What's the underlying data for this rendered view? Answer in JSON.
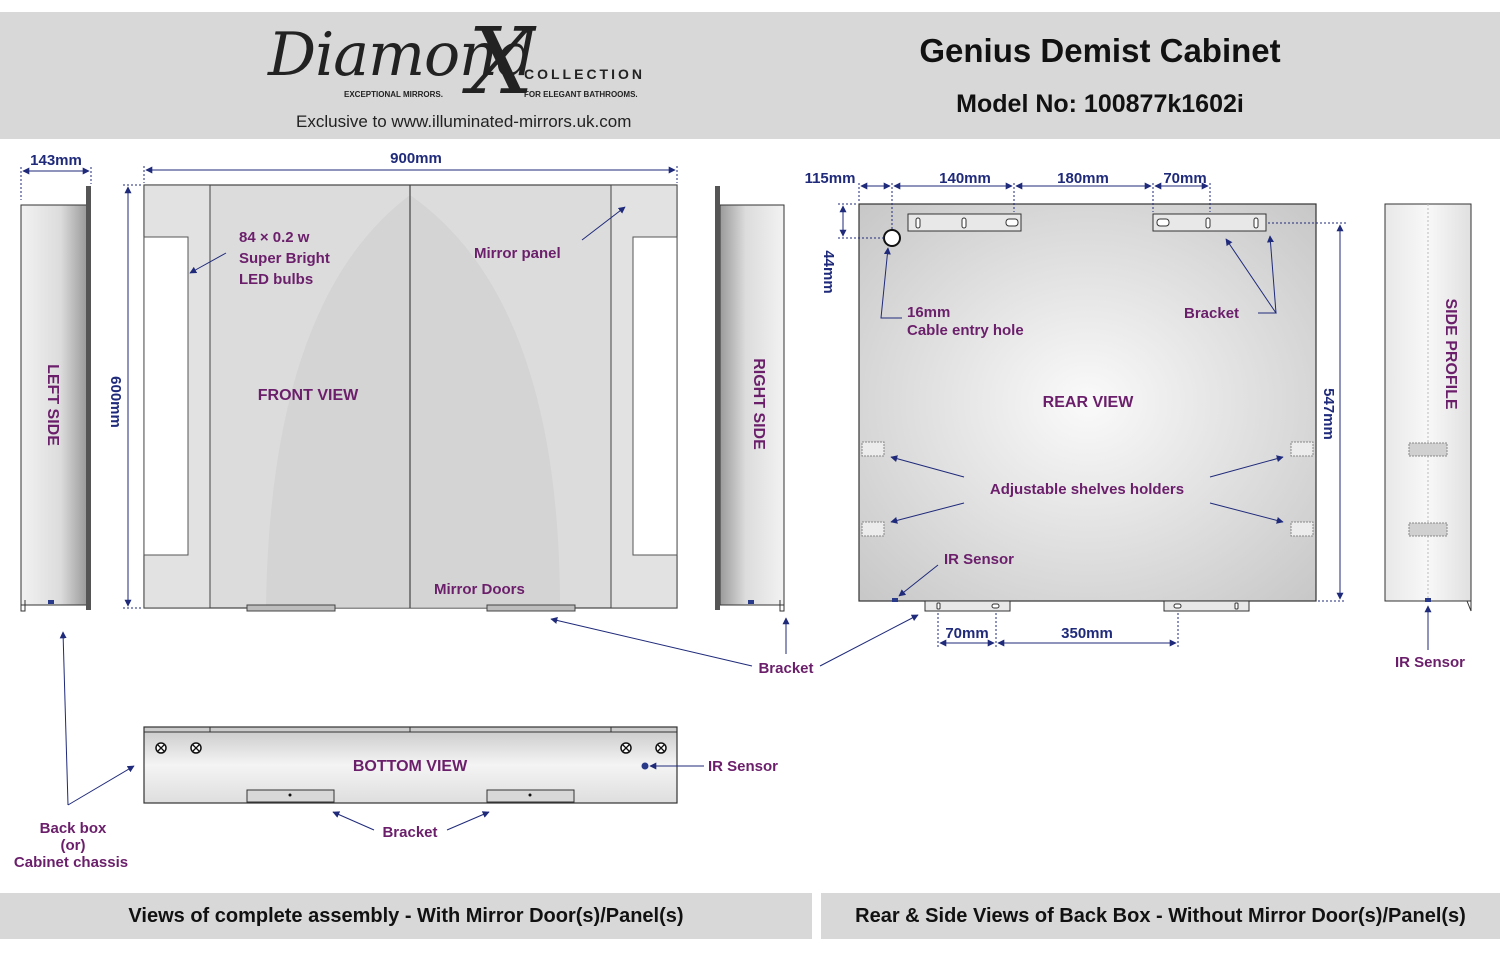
{
  "header": {
    "brand_script": "Diamond",
    "brand_x": "X",
    "brand_collection": "COLLECTION",
    "tagline_left": "EXCEPTIONAL MIRRORS.",
    "tagline_right": "FOR ELEGANT BATHROOMS.",
    "exclusive": "Exclusive to www.illuminated-mirrors.uk.com",
    "title": "Genius Demist Cabinet",
    "model": "Model No: 100877k1602i"
  },
  "dimensions": {
    "side_depth": "143mm",
    "width": "900mm",
    "height": "600mm",
    "rear_left_offset": "115mm",
    "rear_bracket_width": "140mm",
    "rear_bracket_gap": "180mm",
    "rear_bracket_right": "70mm",
    "rear_top_offset": "44mm",
    "rear_height": "547mm",
    "rear_bottom_left": "70mm",
    "rear_bottom_gap": "350mm"
  },
  "labels": {
    "left_side": "LEFT SIDE",
    "right_side": "RIGHT SIDE",
    "front_view": "FRONT VIEW",
    "led_line1": "84 × 0.2 w",
    "led_line2": "Super Bright",
    "led_line3": "LED bulbs",
    "mirror_panel": "Mirror panel",
    "mirror_doors": "Mirror Doors",
    "rear_view": "REAR VIEW",
    "cable_line1": "16mm",
    "cable_line2": "Cable entry hole",
    "bracket_rear": "Bracket",
    "shelves": "Adjustable shelves holders",
    "ir_sensor_rear": "IR Sensor",
    "side_profile": "SIDE PROFILE",
    "ir_sensor_side": "IR Sensor",
    "bracket_front": "Bracket",
    "bottom_view": "BOTTOM VIEW",
    "ir_sensor_bottom": "IR Sensor",
    "bracket_bottom": "Bracket",
    "backbox_line1": "Back box",
    "backbox_line2": "(or)",
    "backbox_line3": "Cabinet chassis"
  },
  "footer": {
    "left": "Views of complete assembly - With Mirror Door(s)/Panel(s)",
    "right": "Rear & Side Views of Back Box - Without Mirror Door(s)/Panel(s)"
  },
  "colors": {
    "label_purple": "#6b1f6b",
    "dimension_navy": "#1f2a7a",
    "band_grey": "#d8d8d8"
  }
}
